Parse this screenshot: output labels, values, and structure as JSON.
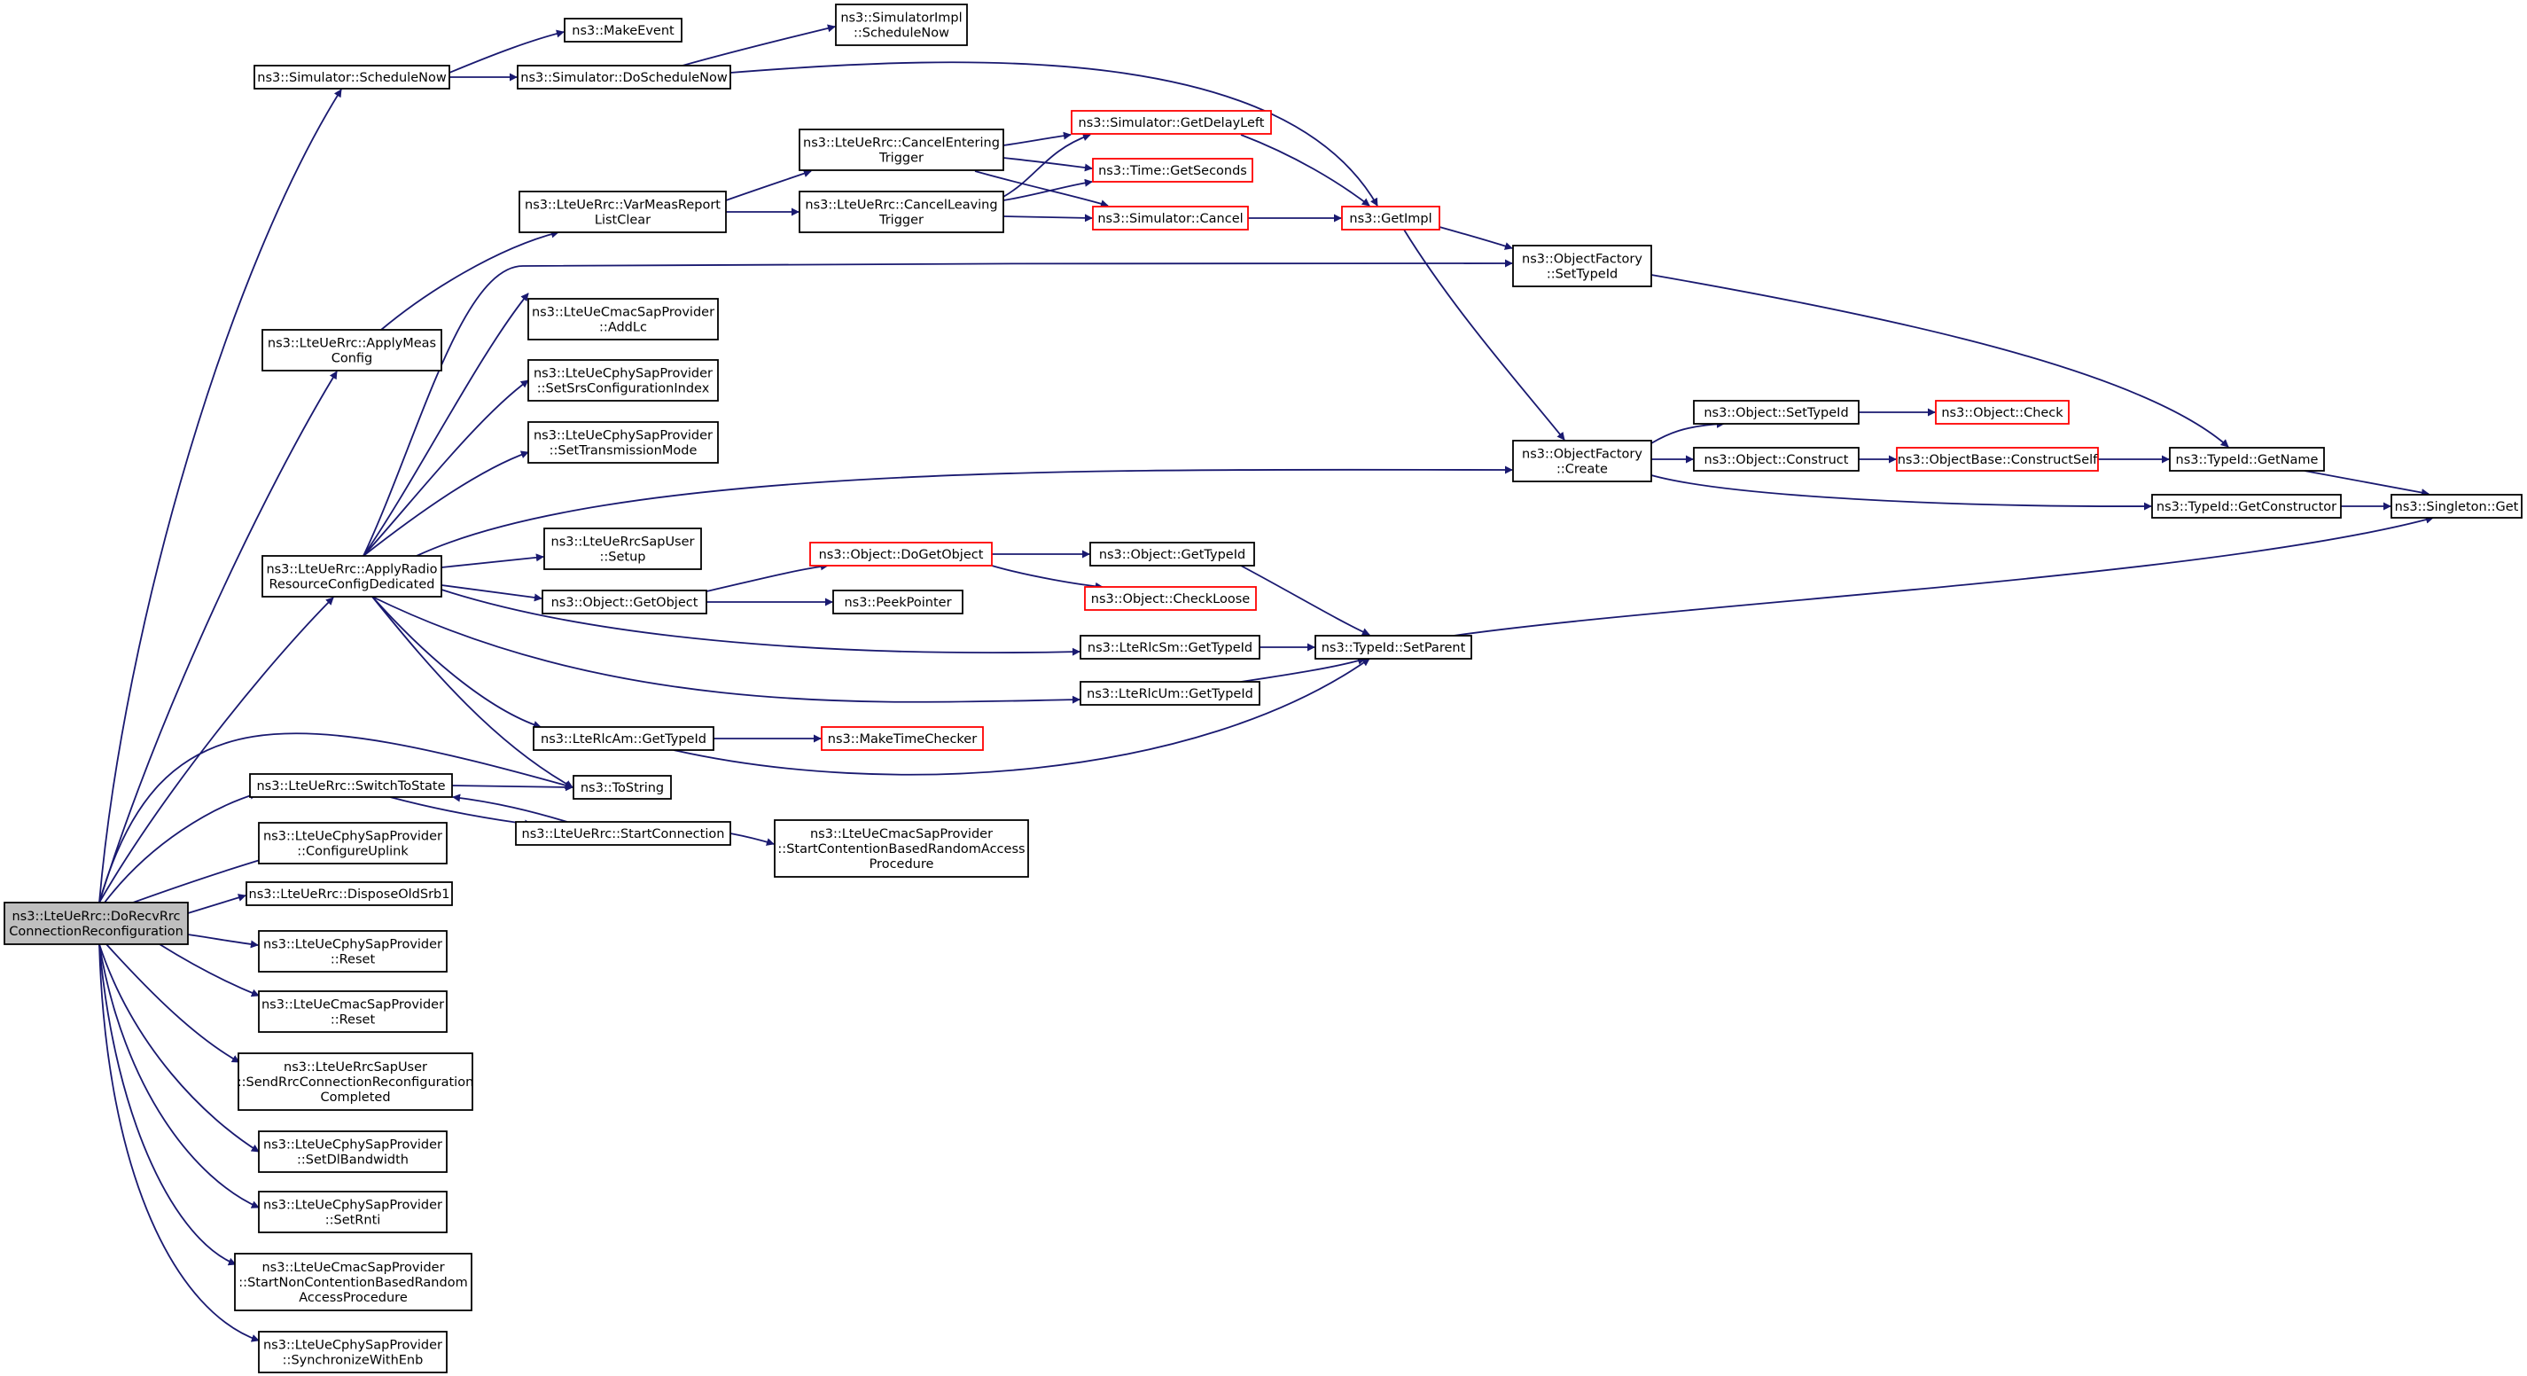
{
  "colors": {
    "edge": "#191970",
    "truncated_border": "#ff0000",
    "root_fill": "#bfbfbf",
    "border": "#000000"
  },
  "nodes": [
    {
      "id": "root",
      "lines": [
        "ns3::LteUeRrc::DoRecvRrc",
        "ConnectionReconfiguration"
      ],
      "style": "root"
    },
    {
      "id": "sim_schedulenow",
      "lines": [
        "ns3::Simulator::ScheduleNow"
      ]
    },
    {
      "id": "makeevent",
      "lines": [
        "ns3::MakeEvent"
      ]
    },
    {
      "id": "sim_doschedulenow",
      "lines": [
        "ns3::Simulator::DoScheduleNow"
      ]
    },
    {
      "id": "simimpl_schedulenow",
      "lines": [
        "ns3::SimulatorImpl",
        "::ScheduleNow"
      ]
    },
    {
      "id": "applymeasconfig",
      "lines": [
        "ns3::LteUeRrc::ApplyMeas",
        "Config"
      ]
    },
    {
      "id": "varmeasreport",
      "lines": [
        "ns3::LteUeRrc::VarMeasReport",
        "ListClear"
      ]
    },
    {
      "id": "cancelentering",
      "lines": [
        "ns3::LteUeRrc::CancelEntering",
        "Trigger"
      ]
    },
    {
      "id": "cancelleaving",
      "lines": [
        "ns3::LteUeRrc::CancelLeaving",
        "Trigger"
      ]
    },
    {
      "id": "getdelayleft",
      "lines": [
        "ns3::Simulator::GetDelayLeft"
      ],
      "style": "truncated"
    },
    {
      "id": "getseconds",
      "lines": [
        "ns3::Time::GetSeconds"
      ],
      "style": "truncated"
    },
    {
      "id": "simcancel",
      "lines": [
        "ns3::Simulator::Cancel"
      ],
      "style": "truncated"
    },
    {
      "id": "getimpl",
      "lines": [
        "ns3::GetImpl"
      ],
      "style": "truncated"
    },
    {
      "id": "of_settypeid",
      "lines": [
        "ns3::ObjectFactory",
        "::SetTypeId"
      ]
    },
    {
      "id": "addlc",
      "lines": [
        "ns3::LteUeCmacSapProvider",
        "::AddLc"
      ]
    },
    {
      "id": "setsrs",
      "lines": [
        "ns3::LteUeCphySapProvider",
        "::SetSrsConfigurationIndex"
      ]
    },
    {
      "id": "settxmode",
      "lines": [
        "ns3::LteUeCphySapProvider",
        "::SetTransmissionMode"
      ]
    },
    {
      "id": "applyradio",
      "lines": [
        "ns3::LteUeRrc::ApplyRadio",
        "ResourceConfigDedicated"
      ]
    },
    {
      "id": "rrcsapuser_setup",
      "lines": [
        "ns3::LteUeRrcSapUser",
        "::Setup"
      ]
    },
    {
      "id": "dogetobject",
      "lines": [
        "ns3::Object::DoGetObject"
      ],
      "style": "truncated"
    },
    {
      "id": "getobject",
      "lines": [
        "ns3::Object::GetObject"
      ]
    },
    {
      "id": "peekpointer",
      "lines": [
        "ns3::PeekPointer"
      ]
    },
    {
      "id": "obj_gettypeid",
      "lines": [
        "ns3::Object::GetTypeId"
      ]
    },
    {
      "id": "checkloose",
      "lines": [
        "ns3::Object::CheckLoose"
      ],
      "style": "truncated"
    },
    {
      "id": "of_create",
      "lines": [
        "ns3::ObjectFactory",
        "::Create"
      ]
    },
    {
      "id": "obj_settypeid",
      "lines": [
        "ns3::Object::SetTypeId"
      ]
    },
    {
      "id": "obj_check",
      "lines": [
        "ns3::Object::Check"
      ],
      "style": "truncated"
    },
    {
      "id": "obj_construct",
      "lines": [
        "ns3::Object::Construct"
      ]
    },
    {
      "id": "constructself",
      "lines": [
        "ns3::ObjectBase::ConstructSelf"
      ],
      "style": "truncated"
    },
    {
      "id": "typeid_getname",
      "lines": [
        "ns3::TypeId::GetName"
      ]
    },
    {
      "id": "typeid_getconstructor",
      "lines": [
        "ns3::TypeId::GetConstructor"
      ]
    },
    {
      "id": "singleton_get",
      "lines": [
        "ns3::Singleton::Get"
      ]
    },
    {
      "id": "rlcsm_gettypeid",
      "lines": [
        "ns3::LteRlcSm::GetTypeId"
      ]
    },
    {
      "id": "rlcum_gettypeid",
      "lines": [
        "ns3::LteRlcUm::GetTypeId"
      ]
    },
    {
      "id": "typeid_setparent",
      "lines": [
        "ns3::TypeId::SetParent"
      ]
    },
    {
      "id": "rlcam_gettypeid",
      "lines": [
        "ns3::LteRlcAm::GetTypeId"
      ]
    },
    {
      "id": "maketimechecker",
      "lines": [
        "ns3::MakeTimeChecker"
      ],
      "style": "truncated"
    },
    {
      "id": "tostring",
      "lines": [
        "ns3::ToString"
      ]
    },
    {
      "id": "switchtostate",
      "lines": [
        "ns3::LteUeRrc::SwitchToState"
      ]
    },
    {
      "id": "startconnection",
      "lines": [
        "ns3::LteUeRrc::StartConnection"
      ]
    },
    {
      "id": "startcbra",
      "lines": [
        "ns3::LteUeCmacSapProvider",
        "::StartContentionBasedRandomAccess",
        "Procedure"
      ]
    },
    {
      "id": "configureuplink",
      "lines": [
        "ns3::LteUeCphySapProvider",
        "::ConfigureUplink"
      ]
    },
    {
      "id": "disposeoldsrb1",
      "lines": [
        "ns3::LteUeRrc::DisposeOldSrb1"
      ]
    },
    {
      "id": "cphy_reset",
      "lines": [
        "ns3::LteUeCphySapProvider",
        "::Reset"
      ]
    },
    {
      "id": "cmac_reset",
      "lines": [
        "ns3::LteUeCmacSapProvider",
        "::Reset"
      ]
    },
    {
      "id": "sendrrcreconf",
      "lines": [
        "ns3::LteUeRrcSapUser",
        "::SendRrcConnectionReconfiguration",
        "Completed"
      ]
    },
    {
      "id": "setdlbandwidth",
      "lines": [
        "ns3::LteUeCphySapProvider",
        "::SetDlBandwidth"
      ]
    },
    {
      "id": "setrnti",
      "lines": [
        "ns3::LteUeCphySapProvider",
        "::SetRnti"
      ]
    },
    {
      "id": "startncbra",
      "lines": [
        "ns3::LteUeCmacSapProvider",
        "::StartNonContentionBasedRandom",
        "AccessProcedure"
      ]
    },
    {
      "id": "syncwithenb",
      "lines": [
        "ns3::LteUeCphySapProvider",
        "::SynchronizeWithEnb"
      ]
    }
  ]
}
